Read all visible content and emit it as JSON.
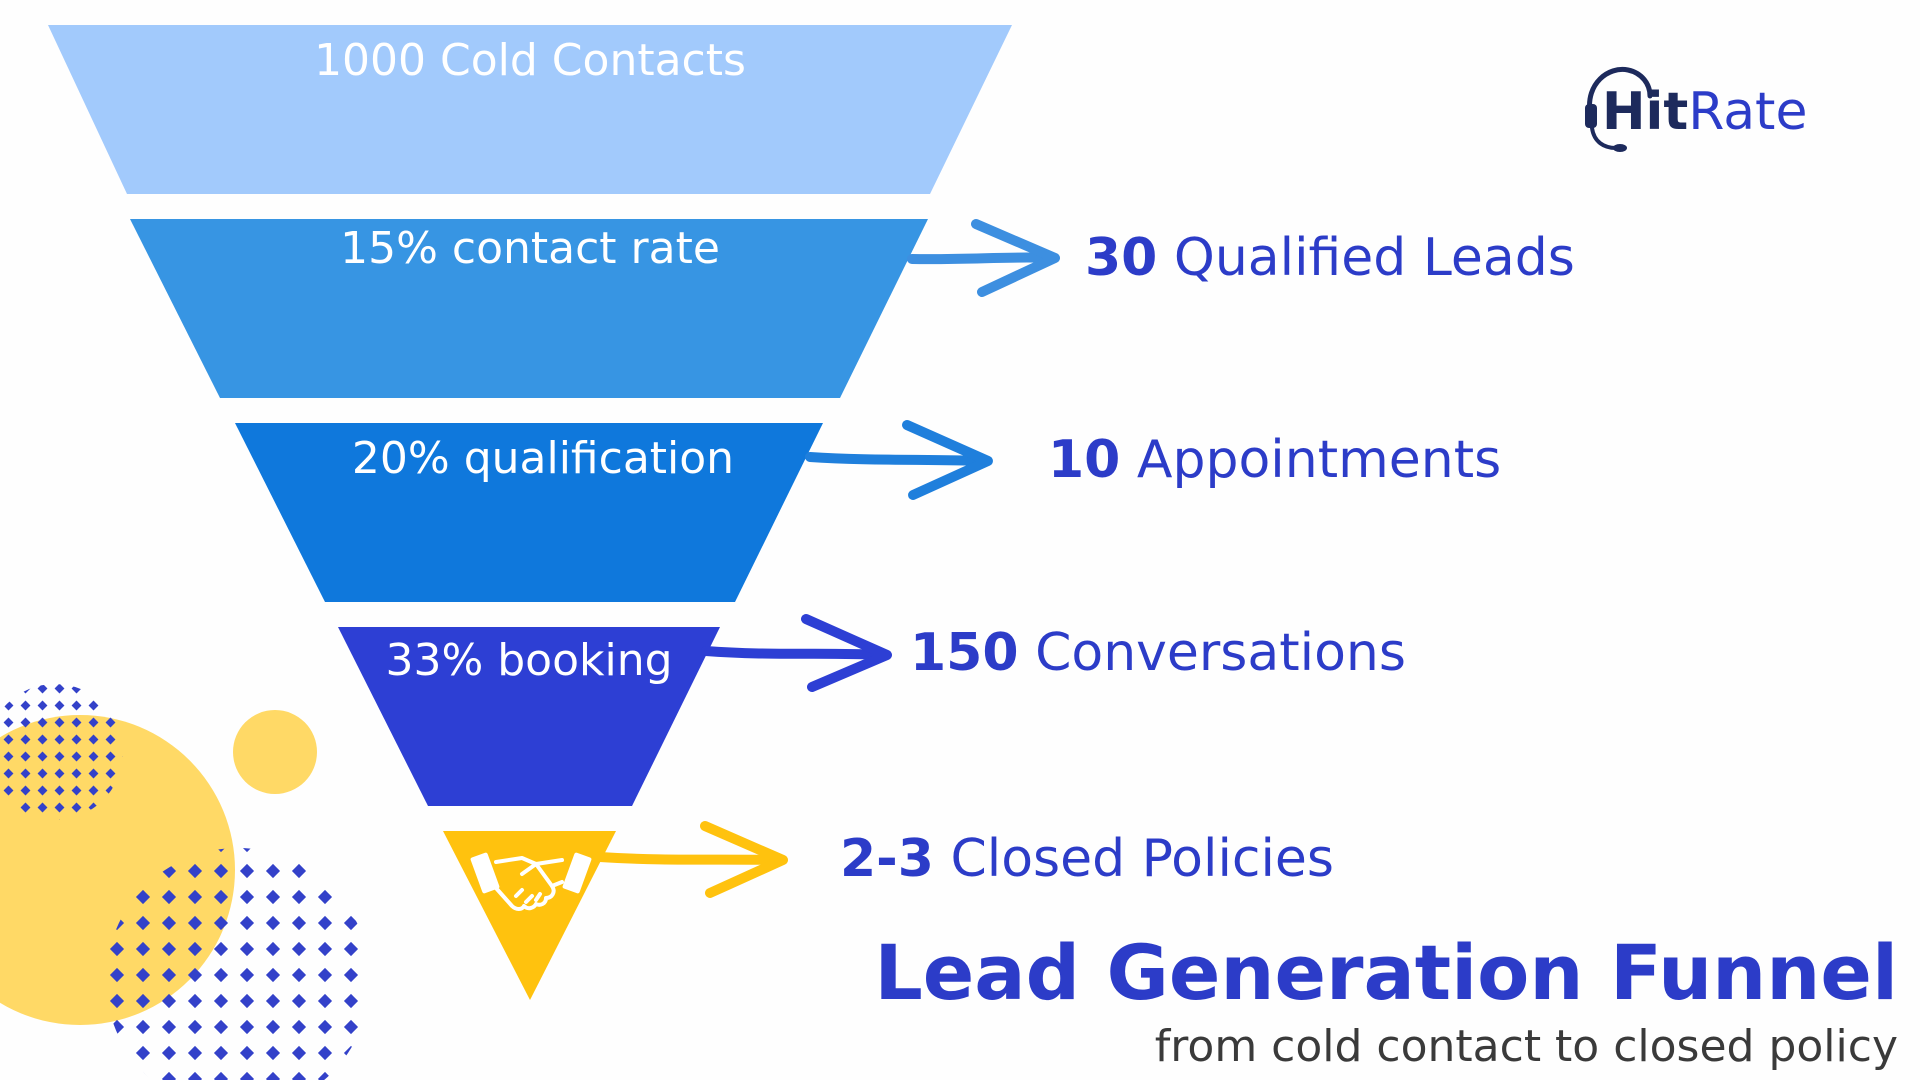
{
  "colors": {
    "stage1": "#a2cafc",
    "stage2": "#3795e3",
    "stage3": "#0f78dc",
    "stage4": "#2d3fd4",
    "stage5": "#ffc20e",
    "arrow_blue": "#3d8fe0",
    "arrow_dark": "#2d3fd4",
    "arrow_yellow": "#ffc20e",
    "text_accent": "#2c3cc8",
    "decor_yellow": "#ffd966",
    "decor_dots": "#3341c9"
  },
  "logo": {
    "part1": "Hit",
    "part2": "Rate",
    "icon": "headset-icon"
  },
  "stages": [
    {
      "label": "1000 Cold Contacts"
    },
    {
      "label": "15% contact rate"
    },
    {
      "label": "20% qualification"
    },
    {
      "label": "33% booking"
    },
    {
      "icon": "handshake-icon"
    }
  ],
  "outcomes": [
    {
      "number": "30",
      "label": "Qualified Leads"
    },
    {
      "number": "10",
      "label": "Appointments"
    },
    {
      "number": "150",
      "label": "Conversations"
    },
    {
      "number": "2-3",
      "label": "Closed Policies"
    }
  ],
  "title": "Lead Generation Funnel",
  "subtitle": "from cold contact to closed policy"
}
